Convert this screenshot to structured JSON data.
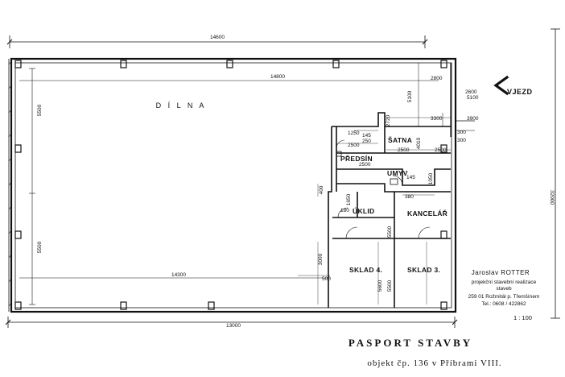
{
  "rooms": {
    "dilna": "D Í L N A",
    "satna": "ŠATNA",
    "predsin": "PŘEDSÍN",
    "umyv": "UMYV",
    "uklid": "ÚKLID",
    "kancelar": "KANCELÁŘ",
    "sklad4": "SKLAD 4.",
    "sklad3": "SKLAD 3."
  },
  "dimensions": {
    "top_total": "14600",
    "inner_top": "14800",
    "bottom_inner": "14300",
    "bottom_total": "13000",
    "left_upper": "5500",
    "left_lower": "5500",
    "right_total": "32000",
    "d_2800": "2800",
    "d_2600": "2600",
    "d_5100_h": "5100",
    "d_5100_v": "5100",
    "d_3300": "3300",
    "d_3900": "3900",
    "d_300a": "300",
    "d_300b": "300",
    "d_2500a": "2500",
    "d_2500b": "2500",
    "d_2500c": "2500",
    "d_2500d": "2500",
    "d_1250": "1250",
    "d_145a": "145",
    "d_145b": "145",
    "d_250": "250",
    "d_380": "380",
    "d_1050": "1050",
    "d_4010": "4010",
    "d_2720": "2720",
    "d_3000": "3000",
    "d_5500a": "5500",
    "d_5500b": "5500",
    "d_5600": "5600",
    "d_500": "500",
    "d_400": "400",
    "d_1650": "1650",
    "d_180": "180"
  },
  "entrance": "VJEZD",
  "scale": "1 : 100",
  "stamp": {
    "name": "Jaroslav ROTTER",
    "role_1": "projekční stavební realizace",
    "role_2": "staveb",
    "address": "259 01 Rožmitál p. Třemšínem",
    "phone": "Tel.: 0608 / 422862"
  },
  "title": "PASPORT STAVBY",
  "subtitle": "objekt čp. 136 v Příbrami VIII."
}
